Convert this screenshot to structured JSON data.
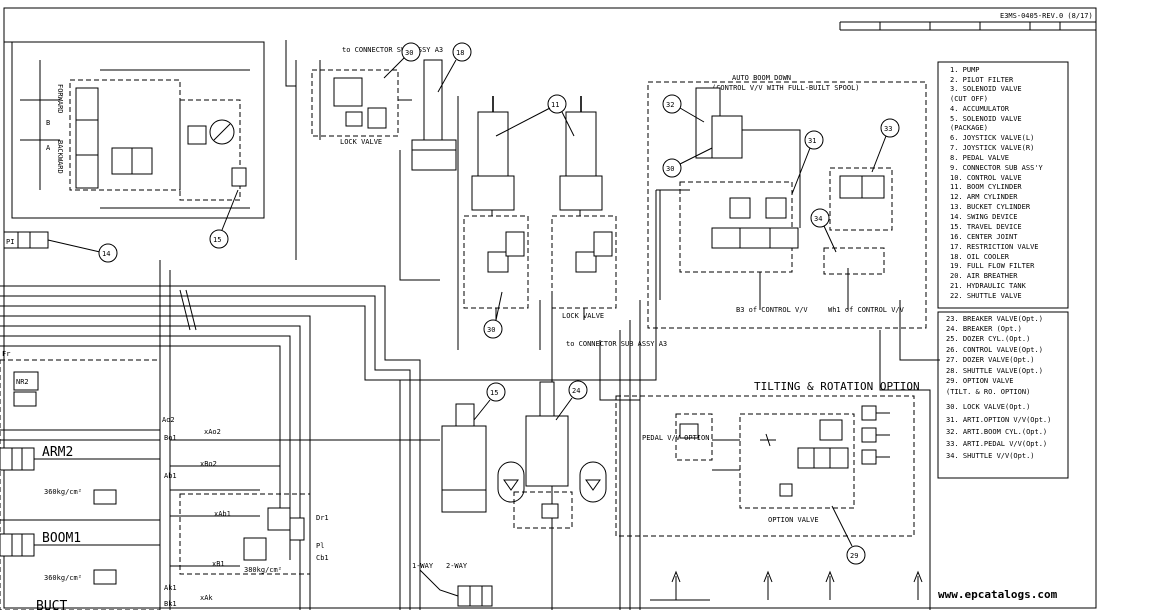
{
  "header": {
    "doc_ref": "E3MS-0405-REV.0 (8/17)"
  },
  "left_labels": {
    "forward": "FORWARD",
    "backward": "BACKWARD",
    "port_b": "B",
    "port_a": "A",
    "pi": "PI",
    "arm2": "ARM2",
    "boom1": "BOOM1",
    "buck": "BUCT",
    "fr": "Fr",
    "nr2": "NR2",
    "p_arm": "360kg/cm²",
    "p_boom": "360kg/cm²",
    "ao2": "Ao2",
    "bo1": "Bo1",
    "xao2": "xAo2",
    "xbo2": "xBo2",
    "ab1": "Ab1",
    "xab1": "xAb1",
    "xb1": "xB1",
    "dr1": "Dr1",
    "pl": "Pl",
    "cb1": "Cb1",
    "p_pilot": "380kg/cm²",
    "ak1": "Ak1",
    "xak": "xAk",
    "bk1": "Bk1"
  },
  "top_labels": {
    "connector_top": "to CONNECTOR SUB ASSY A3",
    "connector_mid": "to CONNECTOR SUB ASSY A3",
    "lock_valve_top": "LOCK VALVE",
    "lock_valve_mid": "LOCK VALVE",
    "auto_boom_title": "AUTO BOOM DOWN",
    "auto_boom_sub": "(CONTROL V/V WITH FULL-BUILT SPOOL)",
    "to_control_a": "B3 of CONTROL V/V",
    "to_control_b": "Wh1 of CONTROL V/V",
    "tilting_title": "TILTING & ROTATION OPTION",
    "option_valve": "OPTION VALVE",
    "pedal_label": "PEDAL V/V OPTION",
    "one_way": "1-WAY",
    "two_way": "2-WAY"
  },
  "callouts": [
    "30",
    "18",
    "11",
    "32",
    "31",
    "33",
    "30",
    "34",
    "14",
    "15",
    "30",
    "15",
    "24",
    "29"
  ],
  "legend_a": [
    "1. PUMP",
    "2. PILOT FILTER",
    "3. SOLENOID VALVE",
    "   (CUT OFF)",
    "4. ACCUMULATOR",
    "5. SOLENOID VALVE",
    "   (PACKAGE)",
    "6. JOYSTICK VALVE(L)",
    "7. JOYSTICK VALVE(R)",
    "8. PEDAL VALVE",
    "9. CONNECTOR SUB ASS'Y",
    "10. CONTROL VALVE",
    "11. BOOM CYLINDER",
    "12. ARM CYLINDER",
    "13. BUCKET CYLINDER",
    "14. SWING DEVICE",
    "15. TRAVEL DEVICE",
    "16. CENTER JOINT",
    "17. RESTRICTION VALVE",
    "18. OIL COOLER",
    "19. FULL FLOW FILTER",
    "20. AIR BREATHER",
    "21. HYDRAULIC TANK",
    "22. SHUTTLE VALVE"
  ],
  "legend_b": [
    "23. BREAKER VALVE(Opt.)",
    "24. BREAKER (Opt.)",
    "25. DOZER CYL.(Opt.)",
    "26. CONTROL VALVE(Opt.)",
    "27. DOZER VALVE(Opt.)",
    "28. SHUTTLE VALVE(Opt.)",
    "29. OPTION VALVE",
    "    (TILT. & RO. OPTION)",
    "30. LOCK VALVE(Opt.)",
    "31. ARTI.OPTION V/V(Opt.)",
    "32. ARTI.BOOM CYL.(Opt.)",
    "33. ARTI.PEDAL V/V(Opt.)",
    "34. SHUTTLE V/V(Opt.)"
  ],
  "watermark": "www.epcatalogs.com"
}
